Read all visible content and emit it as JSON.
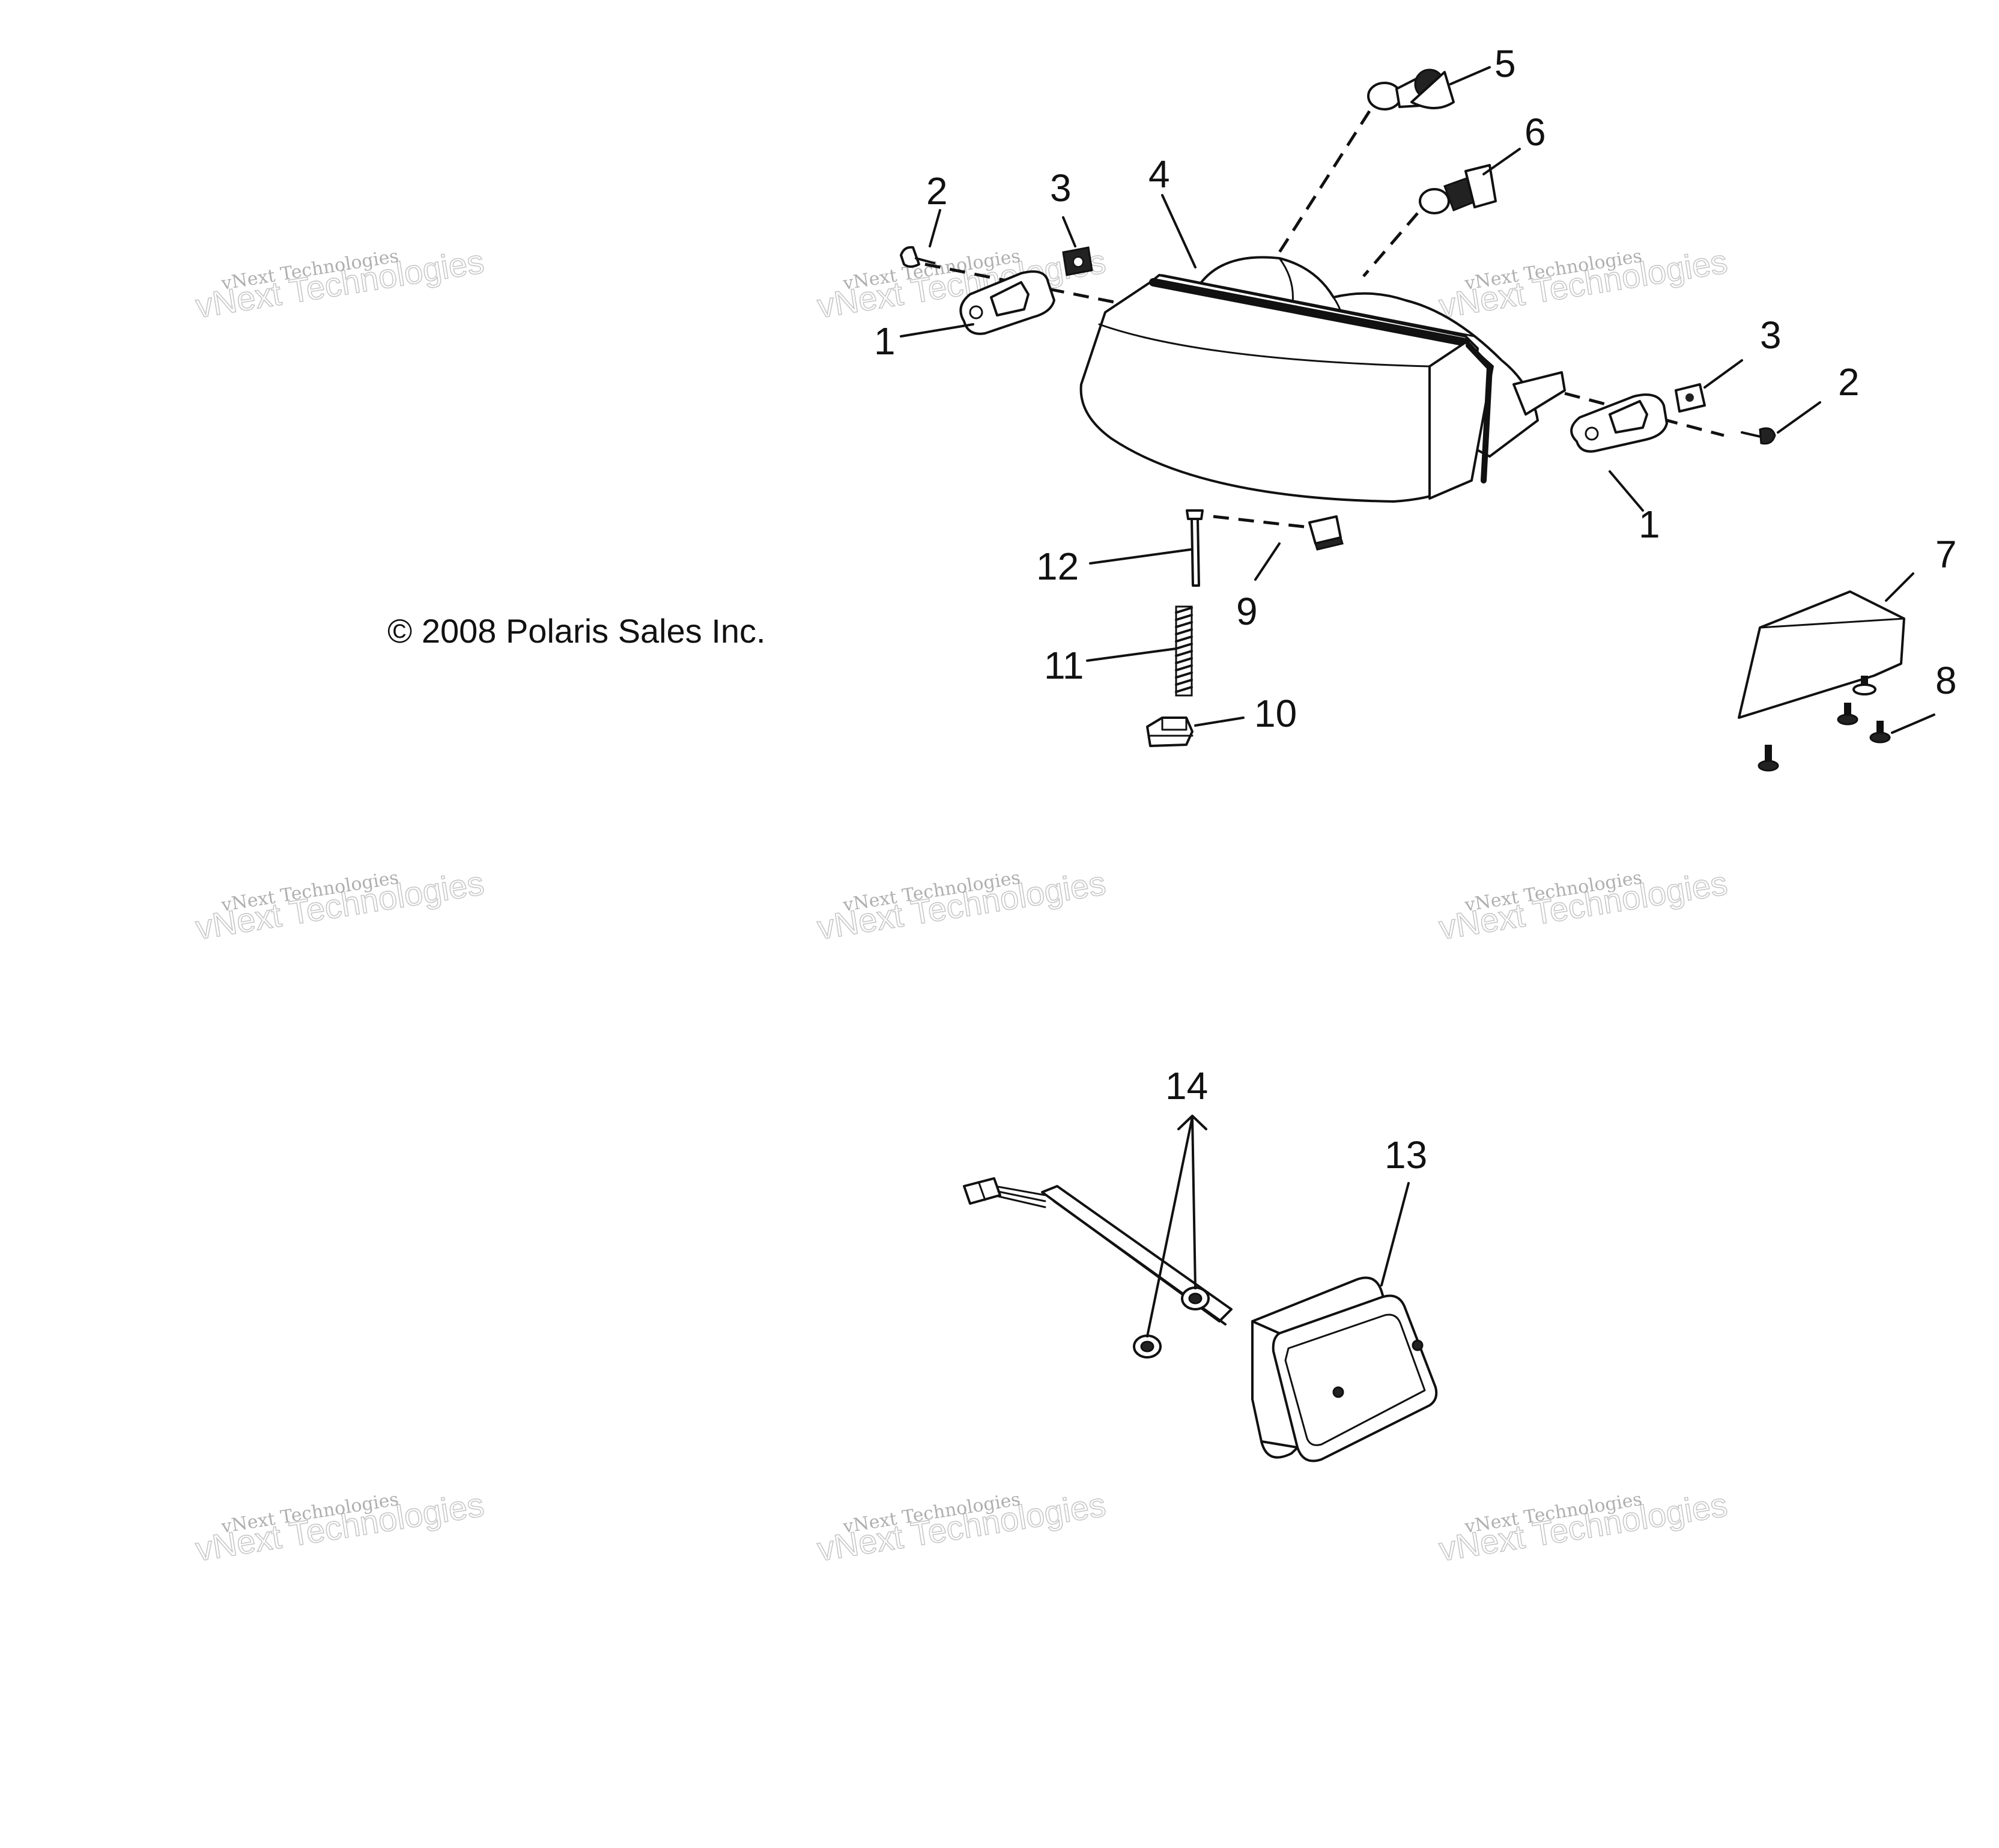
{
  "copyright": "© 2008 Polaris Sales Inc.",
  "watermark": {
    "line1": "vNext Technologies",
    "line2": "vNext Technologies"
  },
  "callouts": {
    "c1a": "1",
    "c1b": "1",
    "c2a": "2",
    "c2b": "2",
    "c3a": "3",
    "c3b": "3",
    "c4": "4",
    "c5": "5",
    "c6": "6",
    "c7": "7",
    "c8": "8",
    "c9": "9",
    "c10": "10",
    "c11": "11",
    "c12": "12",
    "c13": "13",
    "c14": "14"
  }
}
